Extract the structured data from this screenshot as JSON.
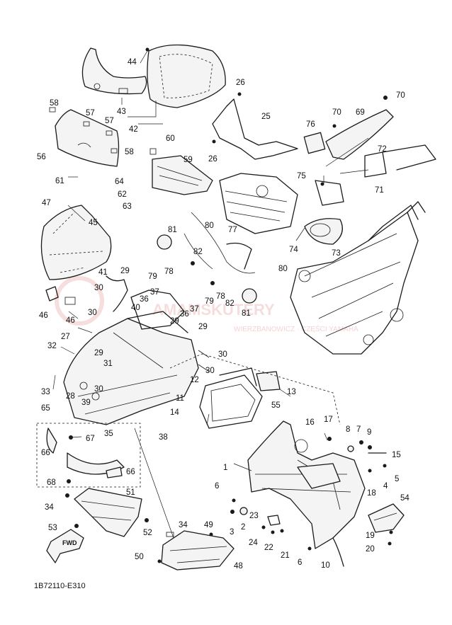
{
  "diagram_code": "1B72110-E310",
  "fwd_label": "FWD",
  "watermark": {
    "main": "AMAMSKUTERY",
    "sub": "WIERZBANOWICZ · CZĘŚCI YAMAHA"
  },
  "callouts": [
    "1",
    "2",
    "3",
    "4",
    "5",
    "6",
    "6",
    "7",
    "8",
    "9",
    "10",
    "11",
    "12",
    "13",
    "14",
    "15",
    "16",
    "17",
    "18",
    "19",
    "20",
    "21",
    "22",
    "23",
    "24",
    "25",
    "26",
    "26",
    "27",
    "28",
    "29",
    "29",
    "29",
    "29",
    "30",
    "30",
    "30",
    "30",
    "30",
    "31",
    "32",
    "33",
    "34",
    "34",
    "35",
    "36",
    "36",
    "37",
    "37",
    "38",
    "39",
    "40",
    "41",
    "42",
    "43",
    "44",
    "45",
    "46",
    "46",
    "47",
    "48",
    "49",
    "50",
    "51",
    "52",
    "53",
    "54",
    "55",
    "56",
    "57",
    "57",
    "58",
    "58",
    "59",
    "60",
    "61",
    "62",
    "63",
    "64",
    "65",
    "66",
    "66",
    "67",
    "68",
    "69",
    "70",
    "70",
    "71",
    "72",
    "73",
    "74",
    "75",
    "76",
    "77",
    "78",
    "78",
    "79",
    "79",
    "80",
    "80",
    "81",
    "81",
    "82",
    "82"
  ]
}
